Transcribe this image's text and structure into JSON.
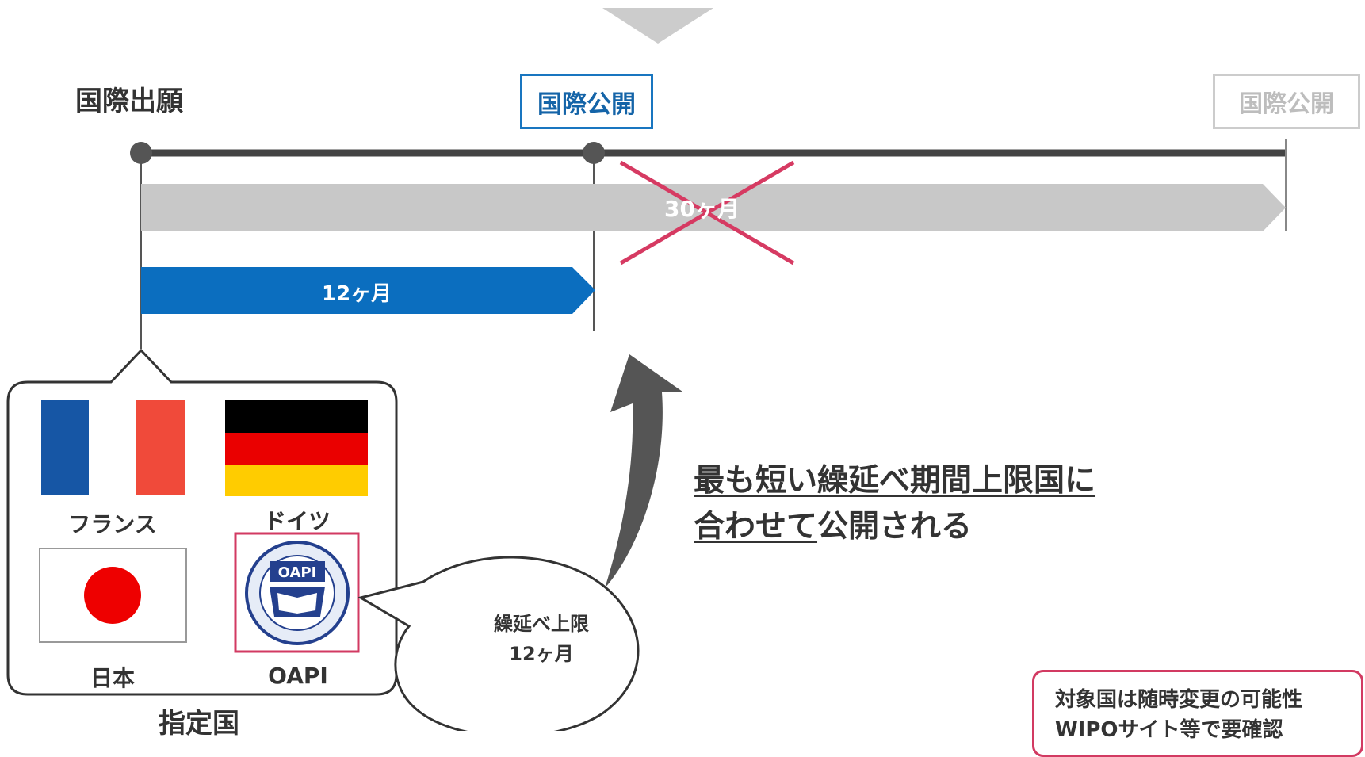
{
  "timeline": {
    "international_application": "国際出願",
    "international_publication": "国際公開",
    "international_publication_original": "国際公開"
  },
  "periods": {
    "thirty_months": "30ヶ月",
    "twelve_months": "12ヶ月"
  },
  "note": {
    "line1": "最も短い繰延べ期間上限国に",
    "line2_underlined": "合わせて",
    "line2_rest": "公開される"
  },
  "countries": [
    {
      "name": "フランス",
      "flag": "france-flag"
    },
    {
      "name": "ドイツ",
      "flag": "germany-flag"
    },
    {
      "name": "日本",
      "flag": "japan-flag"
    },
    {
      "name": "OAPI",
      "flag": "oapi-emblem"
    }
  ],
  "oapi_logo_text": "OAPI",
  "callout": {
    "line1": "繰延べ上限",
    "line2": "12ヶ月"
  },
  "designated_label": "指定国",
  "warning": {
    "line1": "対象国は随時変更の可能性",
    "line2": "WIPOサイト等で要確認"
  },
  "colors": {
    "accent_blue": "#0b6ebf",
    "gray_bar": "#c8c8c8",
    "cross_red": "#d63a62",
    "timeline": "#444444"
  }
}
